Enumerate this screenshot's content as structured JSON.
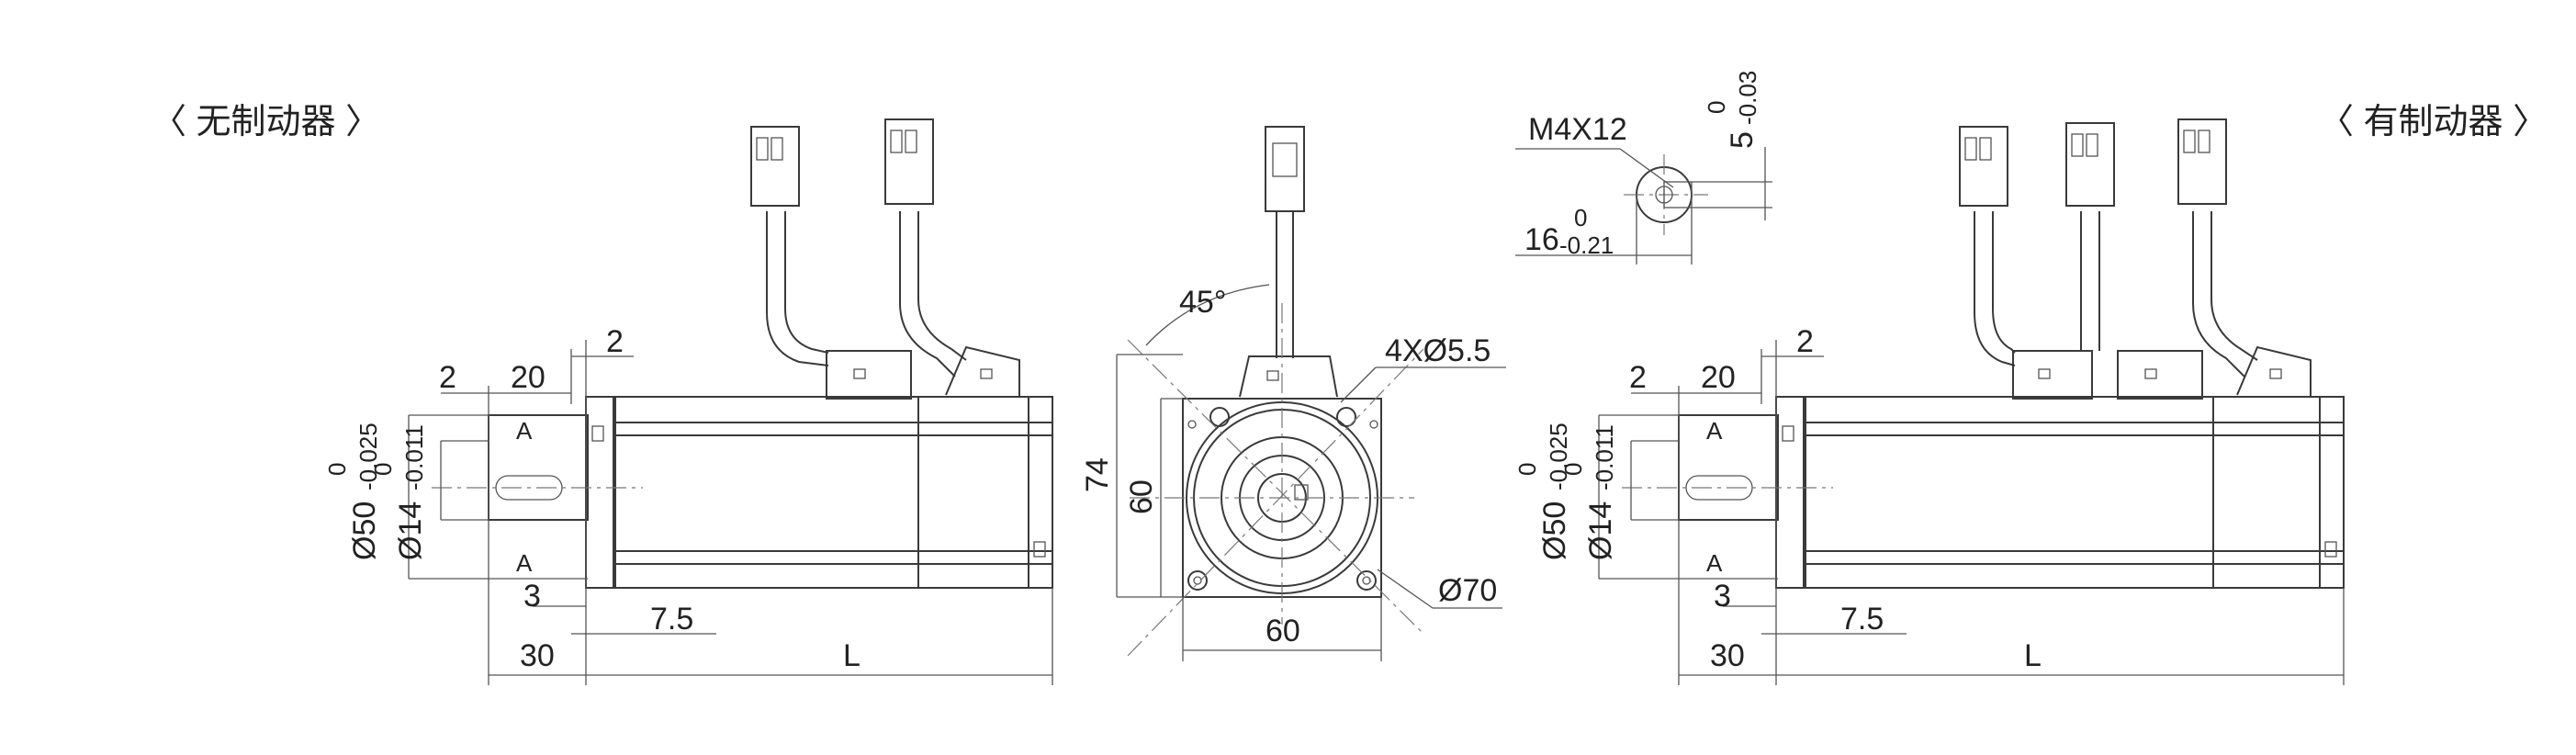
{
  "titles": {
    "no_brake": "〈 无制动器 〉",
    "with_brake": "〈 有制动器 〉"
  },
  "dims": {
    "d2": "2",
    "d20": "20",
    "shaft_dia": "Ø50",
    "shaft_dia_tol_upper": "0",
    "shaft_dia_tol_lower": "-0.025",
    "key_dia": "Ø14",
    "key_dia_tol_upper": "0",
    "key_dia_tol_lower": "-0.011",
    "d3": "3",
    "d7_5": "7.5",
    "d30": "30",
    "length": "L",
    "section_mark": "A",
    "angle": "45°",
    "holes": "4XØ5.5",
    "h74": "74",
    "h60": "60",
    "w60": "60",
    "pcd": "Ø70",
    "thread": "M4X12",
    "key_width": "5",
    "key_width_tol_upper": "0",
    "key_width_tol_lower": "-0.03",
    "key_height": "16",
    "key_height_tol_upper": "0",
    "key_height_tol_lower": "-0.21"
  },
  "colors": {
    "line": "#3a3a3a",
    "text": "#222222"
  }
}
